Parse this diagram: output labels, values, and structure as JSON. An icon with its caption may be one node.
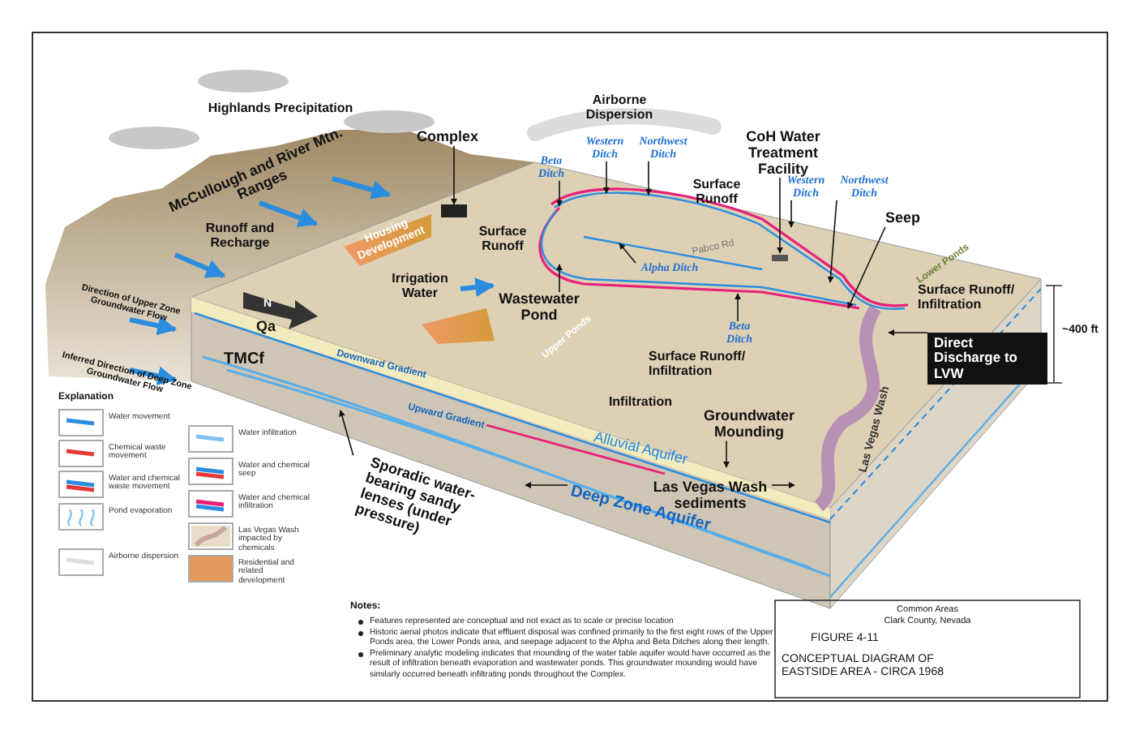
{
  "diagram": {
    "title": "CONCEPTUAL DIAGRAM OF EASTSIDE AREA - CIRCA 1968",
    "nodes": [
      {
        "text": [
          "Complex"
        ]
      },
      {
        "text": [
          "CoH Water Treatment Facility"
        ]
      },
      {
        "text": [
          "Seep"
        ]
      },
      {
        "text": [
          "Wastewater Pond"
        ]
      },
      {
        "text": [
          "Western Ditch"
        ]
      },
      {
        "text": [
          "Northwest Ditch"
        ]
      },
      {
        "text": [
          "Beta Ditch"
        ]
      },
      {
        "text": [
          "Alpha Ditch"
        ]
      },
      {
        "text": [
          "Western Ditch"
        ]
      },
      {
        "text": [
          "Northwest Ditch"
        ]
      },
      {
        "text": [
          "Beta Ditch"
        ]
      },
      {
        "text": [
          "Direct Discharge to LVW"
        ]
      },
      {
        "text": [
          "Groundwater Mounding"
        ]
      },
      {
        "text": [
          "Las Vegas Wash sediments"
        ]
      },
      {
        "text": [
          "Sporadic water-bearing sandy lenses (under pressure)"
        ]
      },
      {
        "text": [
          "Deep Zone Aquifer"
        ]
      },
      {
        "text": [],
        "shape": "box"
      }
    ],
    "edges": [
      {
        "from": 0,
        "to": 16,
        "arrow": "to"
      },
      {
        "from": 1,
        "to": null,
        "arrow": "to"
      },
      {
        "from": 2,
        "to": null,
        "arrow": "to"
      },
      {
        "from": 3,
        "to": null,
        "arrow": "to"
      },
      {
        "from": 4,
        "to": null,
        "arrow": "to"
      },
      {
        "from": 5,
        "to": null,
        "arrow": "to"
      },
      {
        "from": 6,
        "to": null,
        "arrow": "to"
      },
      {
        "from": 7,
        "to": null,
        "arrow": "to"
      },
      {
        "from": 8,
        "to": null,
        "arrow": "to"
      },
      {
        "from": 9,
        "to": null,
        "arrow": "to"
      },
      {
        "from": 10,
        "to": null,
        "arrow": "to"
      },
      {
        "from": 11,
        "to": null,
        "arrow": "to"
      },
      {
        "from": 12,
        "to": null,
        "arrow": "to"
      },
      {
        "from": 13,
        "to": null,
        "arrow": "to"
      },
      {
        "from": 14,
        "to": null,
        "arrow": "to"
      },
      {
        "from": 15,
        "to": null,
        "arrow": "to"
      }
    ],
    "labels": [
      "Highlands Precipitation",
      "McCullough and River Mtn. Ranges",
      "Runoff and Recharge",
      "Airborne Dispersion",
      "Housing Development",
      "Irrigation Water",
      "Surface Runoff",
      "Surface Runoff",
      "Pabco Rd",
      "Upper Ponds",
      "Lower Ponds",
      "Surface Runoff/ Infiltration",
      "~400 ft",
      "Surface Runoff/ Infiltration",
      "Infiltration",
      "Las Vegas Wash",
      "N",
      "Qa",
      "TMCf",
      "Downward Gradient",
      "Upward Gradient",
      "Alluvial Aquifer",
      "Direction of Upper Zone Groundwater Flow",
      "Inferred Direction of Deep Zone Groundwater Flow",
      "Explanation",
      "Notes:",
      "Features represented are conceptual and not exact as to scale or precise location",
      "Historic aerial photos indicate that effluent disposal was confined primarily to the first eight rows of the Upper Ponds area, the Lower Ponds area, and seepage adjacent to the Alpha and Beta Ditches along their length.",
      "Preliminary analytic modeling indicates that mounding of the water table aquifer would have occurred as the result of infiltration beneath evaporation and wastewater ponds. This groundwater mounding would have similarly occurred beneath infiltrating ponds throughout the Complex.",
      "Common Areas",
      "Clark County, Nevada",
      "FIGURE 4-11"
    ],
    "legend": [
      {
        "text": "Water movement"
      },
      {
        "text": "Chemical waste movement"
      },
      {
        "text": "Water and chemical waste movement"
      },
      {
        "text": "Pond evaporation"
      },
      {
        "text": "Airborne dispersion"
      },
      {
        "text": "Water infiltration"
      },
      {
        "text": "Water and chemical seep"
      },
      {
        "text": "Water and chemical infiltration"
      },
      {
        "text": "Las Vegas Wash impacted by chemicals"
      },
      {
        "text": "Residential and related development",
        "color": "#e39a5c"
      }
    ]
  }
}
